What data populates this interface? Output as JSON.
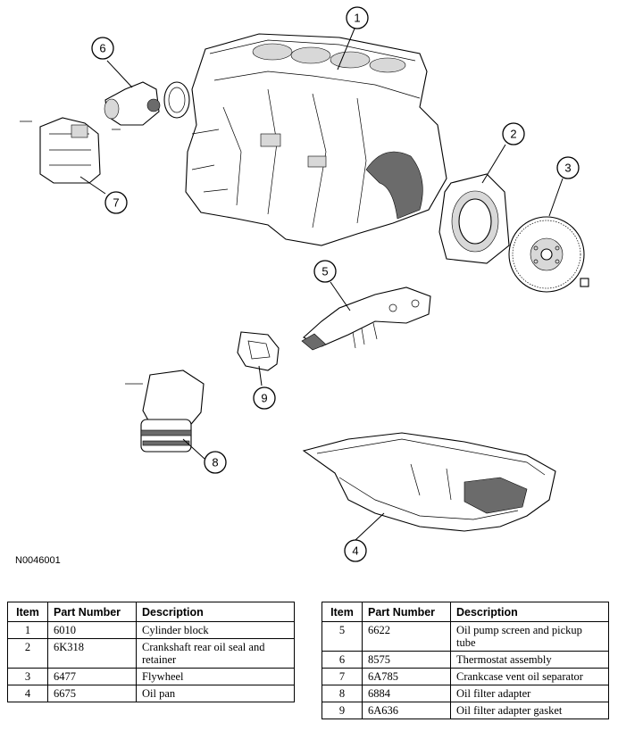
{
  "figure_id": "N0046001",
  "callouts": [
    "1",
    "2",
    "3",
    "4",
    "5",
    "6",
    "7",
    "8",
    "9"
  ],
  "table_headers": {
    "item": "Item",
    "part_number": "Part Number",
    "description": "Description"
  },
  "table_left": [
    {
      "item": "1",
      "part": "6010",
      "desc": "Cylinder block"
    },
    {
      "item": "2",
      "part": "6K318",
      "desc": "Crankshaft rear oil seal and retainer"
    },
    {
      "item": "3",
      "part": "6477",
      "desc": "Flywheel"
    },
    {
      "item": "4",
      "part": "6675",
      "desc": "Oil pan"
    }
  ],
  "table_right": [
    {
      "item": "5",
      "part": "6622",
      "desc": "Oil pump screen and pickup tube"
    },
    {
      "item": "6",
      "part": "8575",
      "desc": "Thermostat assembly"
    },
    {
      "item": "7",
      "part": "6A785",
      "desc": "Crankcase vent oil separator"
    },
    {
      "item": "8",
      "part": "6884",
      "desc": "Oil filter adapter"
    },
    {
      "item": "9",
      "part": "6A636",
      "desc": "Oil filter adapter gasket"
    }
  ]
}
